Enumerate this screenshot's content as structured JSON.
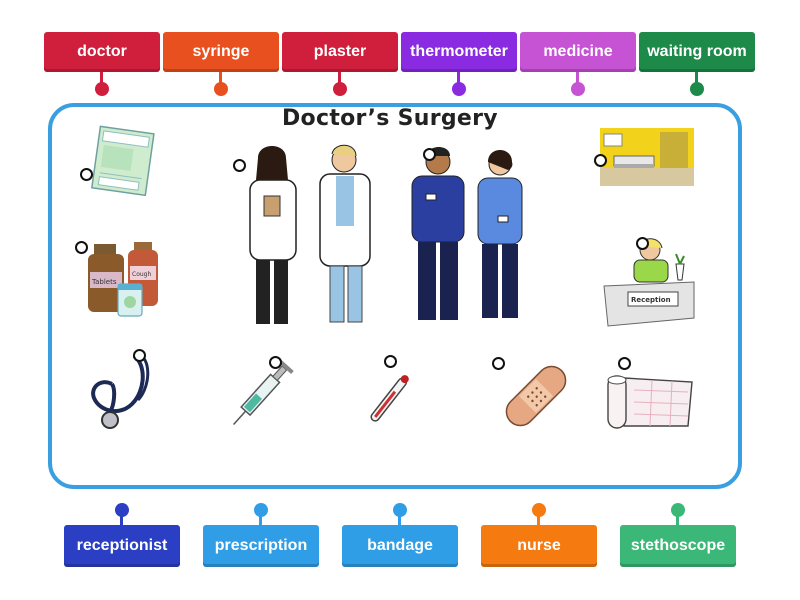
{
  "board": {
    "title": "Doctor’s Surgery"
  },
  "top_labels": [
    {
      "text": "doctor",
      "color": "#d01f3c"
    },
    {
      "text": "syringe",
      "color": "#e8501f"
    },
    {
      "text": "plaster",
      "color": "#d01f3c"
    },
    {
      "text": "thermometer",
      "color": "#8a2be2"
    },
    {
      "text": "medicine",
      "color": "#c652d4"
    },
    {
      "text": "waiting room",
      "color": "#1d8a4a"
    }
  ],
  "bottom_labels": [
    {
      "text": "receptionist",
      "color": "#2a3fc4"
    },
    {
      "text": "prescription",
      "color": "#2f9ee6"
    },
    {
      "text": "bandage",
      "color": "#2f9ee6"
    },
    {
      "text": "nurse",
      "color": "#f57a10"
    },
    {
      "text": "stethoscope",
      "color": "#3bb878"
    }
  ],
  "reception_sign": "Reception",
  "medicine_labels": [
    "Tablets",
    "Cough"
  ]
}
